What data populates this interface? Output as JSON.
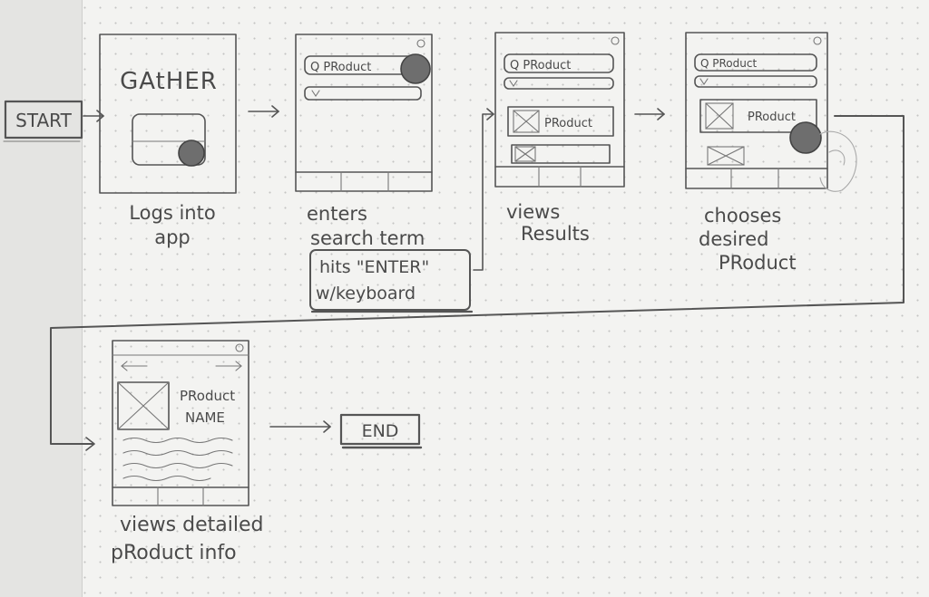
{
  "flow": {
    "start_label": "START",
    "end_label": "END",
    "screens": {
      "gather": {
        "app_name": "GAtHER"
      },
      "search": {
        "search_text": "Q PRoduct"
      },
      "results": {
        "search_text": "Q PRoduct",
        "result_label": "PRoduct"
      },
      "choose": {
        "search_text": "Q PRoduct",
        "result_label": "PRoduct"
      },
      "detail": {
        "product_name_line1": "PRoduct",
        "product_name_line2": "NAME"
      }
    },
    "steps": [
      {
        "caption_lines": [
          "Logs into",
          "app"
        ]
      },
      {
        "caption_lines": [
          "enters",
          "search term"
        ],
        "note_lines": [
          "hits \"ENTER\"",
          "w/keyboard"
        ]
      },
      {
        "caption_lines": [
          "views",
          "Results"
        ]
      },
      {
        "caption_lines": [
          "chooses",
          "desired",
          "PRoduct"
        ]
      },
      {
        "caption_lines": [
          "views detailed",
          "pRoduct info"
        ]
      }
    ]
  }
}
